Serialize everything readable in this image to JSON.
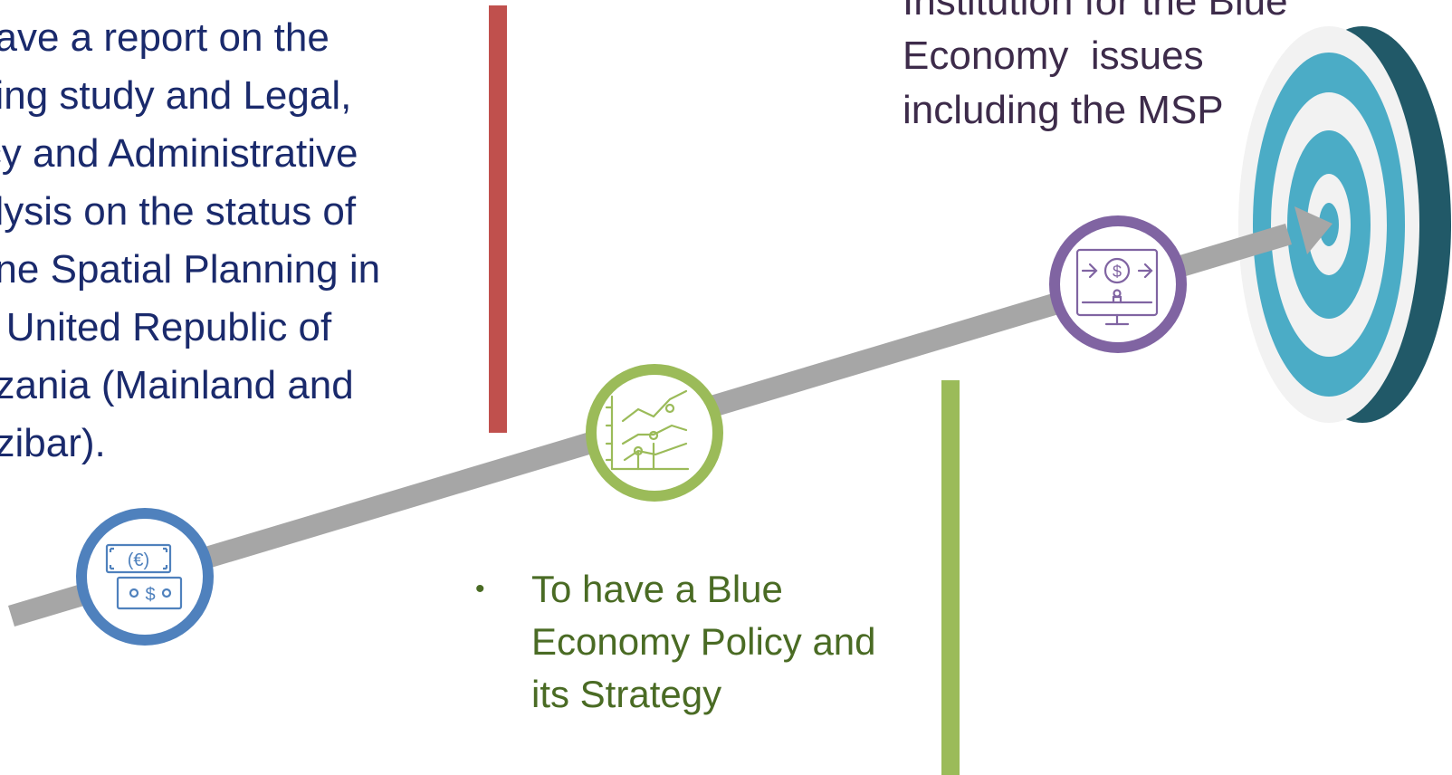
{
  "left_block": {
    "lines": [
      "have a report on the",
      "ping study and Legal,",
      "icy and Administrative",
      "alysis on the status of",
      "rine Spatial Planning in",
      "e United Republic of",
      "nzania (Mainland and",
      "nzibar)."
    ]
  },
  "top_right_block": {
    "lines": [
      "Institution for the Blue",
      "Economy  issues",
      "including the MSP"
    ]
  },
  "bottom_block": {
    "bullet": "•",
    "lines": [
      "To have a Blue",
      "Economy Policy and",
      "its Strategy"
    ]
  },
  "colors": {
    "arrow": "#a6a6a6",
    "milestone_1": "#4f81bd",
    "milestone_2": "#9bbb59",
    "milestone_3": "#8064a2",
    "divider_red": "#c0504d",
    "divider_green": "#9bbb59",
    "target_outer": "#215968",
    "target_ring": "#4bacc6",
    "target_white": "#f2f2f2"
  },
  "icons": [
    "currency-exchange-icon",
    "growth-chart-icon",
    "online-payment-icon",
    "target-icon"
  ]
}
